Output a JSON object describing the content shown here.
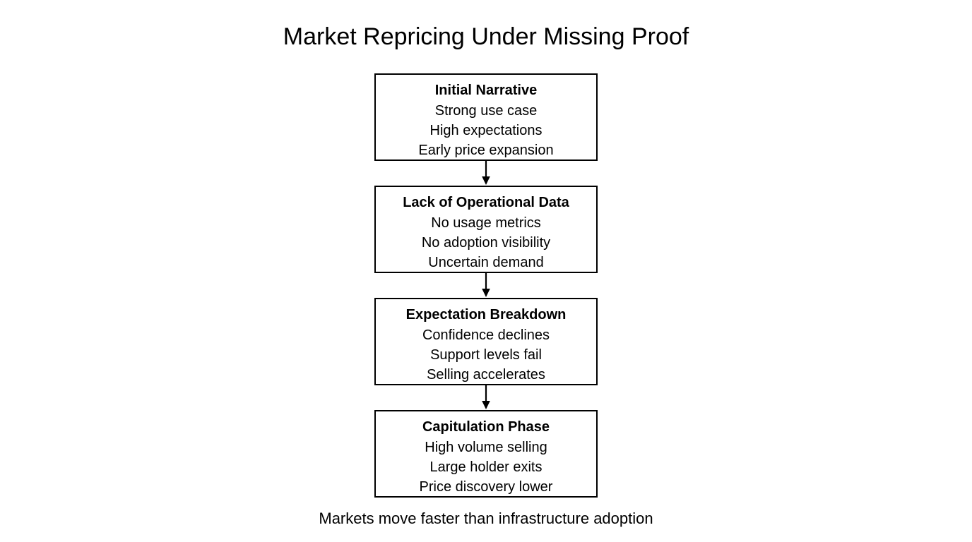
{
  "diagram": {
    "title": "Market Repricing Under Missing Proof",
    "caption": "Markets move faster than infrastructure adoption",
    "background_color": "#ffffff",
    "stroke_color": "#000000",
    "type": "flowchart",
    "direction": "top-to-bottom",
    "nodes": [
      {
        "title": "Initial Narrative",
        "lines": [
          "Strong use case",
          "High expectations",
          "Early price expansion"
        ]
      },
      {
        "title": "Lack of Operational Data",
        "lines": [
          "No usage metrics",
          "No adoption visibility",
          "Uncertain demand"
        ]
      },
      {
        "title": "Expectation Breakdown",
        "lines": [
          "Confidence declines",
          "Support levels fail",
          "Selling accelerates"
        ]
      },
      {
        "title": "Capitulation Phase",
        "lines": [
          "High volume selling",
          "Large holder exits",
          "Price discovery lower"
        ]
      }
    ],
    "connectors": [
      {
        "from": "Initial Narrative",
        "to": "Lack of Operational Data",
        "style": "arrow-down"
      },
      {
        "from": "Lack of Operational Data",
        "to": "Expectation Breakdown",
        "style": "arrow-down"
      },
      {
        "from": "Expectation Breakdown",
        "to": "Capitulation Phase",
        "style": "arrow-down"
      }
    ]
  }
}
